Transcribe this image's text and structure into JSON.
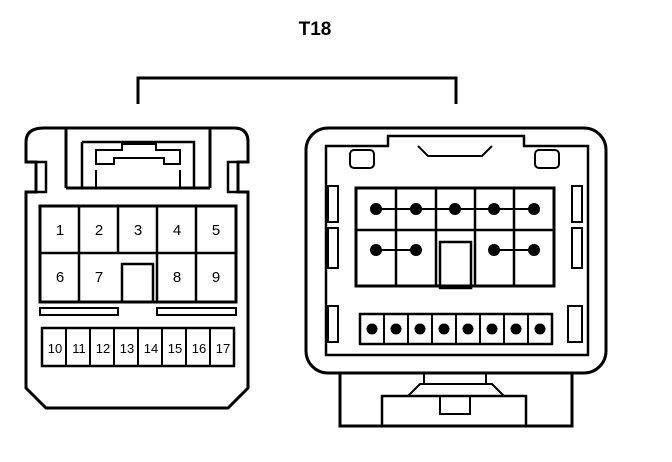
{
  "diagram": {
    "title": "T18",
    "left_connector": {
      "top_row": [
        "1",
        "2",
        "3",
        "4",
        "5"
      ],
      "middle_row": [
        "6",
        "7",
        "8",
        "9"
      ],
      "bottom_row": [
        "10",
        "11",
        "12",
        "13",
        "14",
        "15",
        "16",
        "17"
      ]
    }
  }
}
